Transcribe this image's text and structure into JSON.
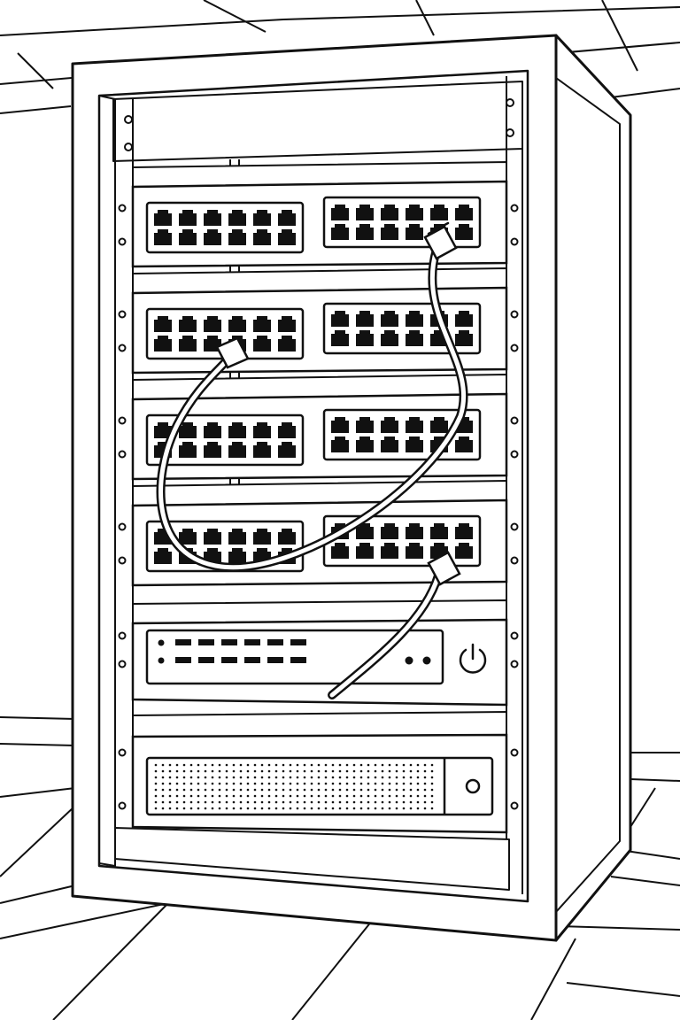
{
  "scene": {
    "subject": "network-rack",
    "line_color": "#111111",
    "fill_color": "#ffffff",
    "port_color": "#111111"
  },
  "rack": {
    "patch_panels": [
      {
        "id": "patch-panel-1",
        "port_groups": 2,
        "ports_per_row": 6,
        "rows": 2
      },
      {
        "id": "patch-panel-2",
        "port_groups": 2,
        "ports_per_row": 6,
        "rows": 2
      },
      {
        "id": "patch-panel-3",
        "port_groups": 2,
        "ports_per_row": 6,
        "rows": 2
      },
      {
        "id": "patch-panel-4",
        "port_groups": 2,
        "ports_per_row": 6,
        "rows": 2
      }
    ],
    "switch": {
      "id": "network-switch",
      "icon": "power-icon",
      "led_count": 2
    },
    "server": {
      "id": "server-unit",
      "icon": "power-button-icon"
    },
    "cables": [
      {
        "id": "patch-cable-1"
      },
      {
        "id": "patch-cable-2"
      },
      {
        "id": "patch-cable-3"
      }
    ]
  }
}
